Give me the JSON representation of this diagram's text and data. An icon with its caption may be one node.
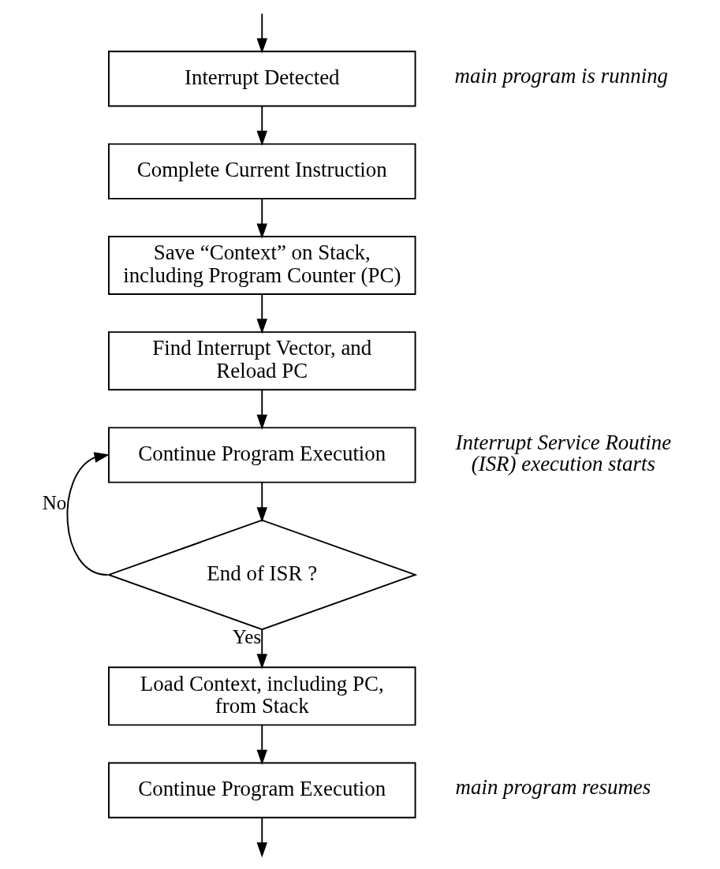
{
  "diagram": {
    "nodes": [
      {
        "text": [
          "Interrupt Detected"
        ],
        "beside": [
          "main program is running"
        ]
      },
      {
        "text": [
          "Complete Current Instruction"
        ]
      },
      {
        "text": [
          "Save “Context” on Stack, including Program Counter (PC)"
        ]
      },
      {
        "text": [
          "Find Interrupt Vector, and Reload PC"
        ]
      },
      {
        "text": [
          "Continue Program Execution"
        ],
        "beside": [
          "Interrupt Service Routine (ISR) execution starts"
        ]
      },
      {
        "text": [
          "End of ISR ?"
        ]
      },
      {
        "text": [
          "Load Context, including PC, from Stack"
        ]
      },
      {
        "text": [
          "Continue Program Execution"
        ],
        "beside": [
          "main program resumes"
        ]
      }
    ],
    "edges": [
      {
        "from": null,
        "to": 0,
        "arrow": "to"
      },
      {
        "from": 0,
        "to": 1,
        "arrow": "to"
      },
      {
        "from": 1,
        "to": 2,
        "arrow": "to"
      },
      {
        "from": 2,
        "to": 3,
        "arrow": "to"
      },
      {
        "from": 3,
        "to": 4,
        "arrow": "to"
      },
      {
        "from": 4,
        "to": 5,
        "arrow": "to"
      },
      {
        "from": 5,
        "to": 4,
        "arrow": "to",
        "label": "No"
      },
      {
        "from": 5,
        "to": 6,
        "arrow": "to",
        "label": "Yes"
      },
      {
        "from": 6,
        "to": 7,
        "arrow": "to"
      },
      {
        "from": 7,
        "to": null,
        "arrow": "to"
      }
    ]
  }
}
